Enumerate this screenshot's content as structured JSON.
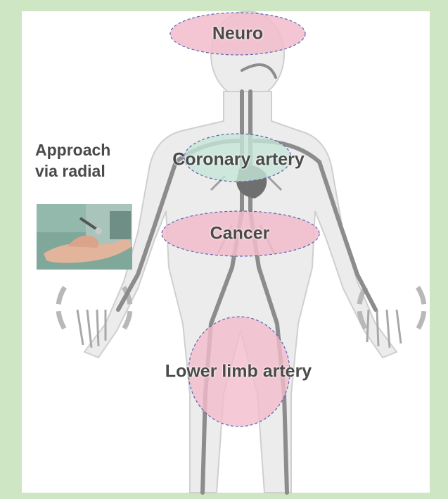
{
  "regions": {
    "neuro": "Neuro",
    "coronary": "Coronary artery",
    "cancer": "Cancer",
    "lower_limb": "Lower limb artery"
  },
  "approach": {
    "line1": "Approach",
    "line2": "via radial"
  },
  "colors": {
    "frame": "#cfe6c4",
    "pink_region": "#f4c6d0",
    "green_region": "#cde7df",
    "region_border": "#5e64b0",
    "vessel": "#8a8a8a",
    "silhouette": "#e6e6e6",
    "text": "#4a4a4a"
  }
}
